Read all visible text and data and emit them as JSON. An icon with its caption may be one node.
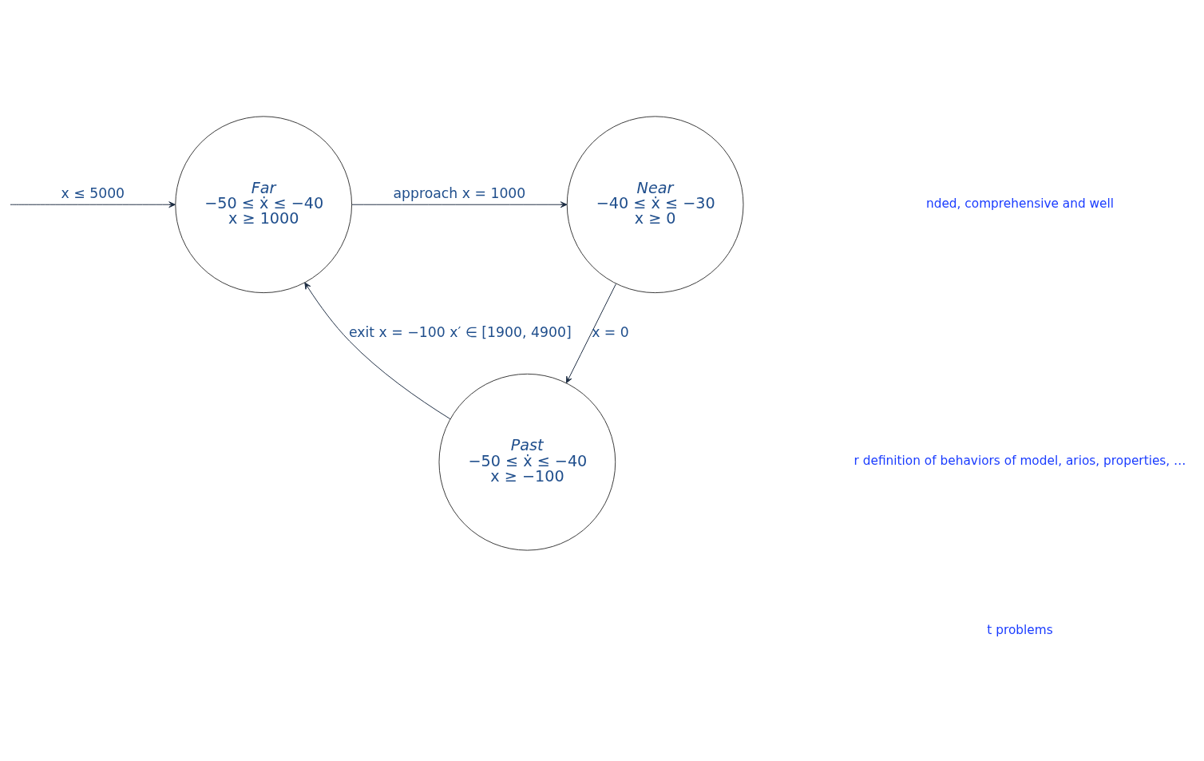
{
  "diagram": {
    "nodes": [
      {
        "text": [
          "Far",
          "−50 ≤ ẋ ≤ −40",
          "x ≥ 1000"
        ]
      },
      {
        "text": [
          "Near",
          "−40 ≤ ẋ ≤ −30",
          "x ≥ 0"
        ]
      },
      {
        "text": [
          "Past",
          "−50 ≤ ẋ ≤ −40",
          "x ≥ −100"
        ]
      }
    ],
    "edges": [
      {
        "from": null,
        "to": 0,
        "arrow": "to",
        "label": "x ≤ 5000"
      },
      {
        "from": 0,
        "to": 1,
        "arrow": "to",
        "label": "approach x = 1000"
      },
      {
        "from": 1,
        "to": 2,
        "arrow": "to",
        "label": "x = 0"
      },
      {
        "from": 2,
        "to": 0,
        "arrow": "to",
        "label": "exit x = −100 x′ ∈ [1900, 4900]"
      }
    ],
    "labels": [
      "nded, comprehensive and well",
      "r definition of behaviors of model, arios, properties, …",
      "t problems"
    ]
  }
}
